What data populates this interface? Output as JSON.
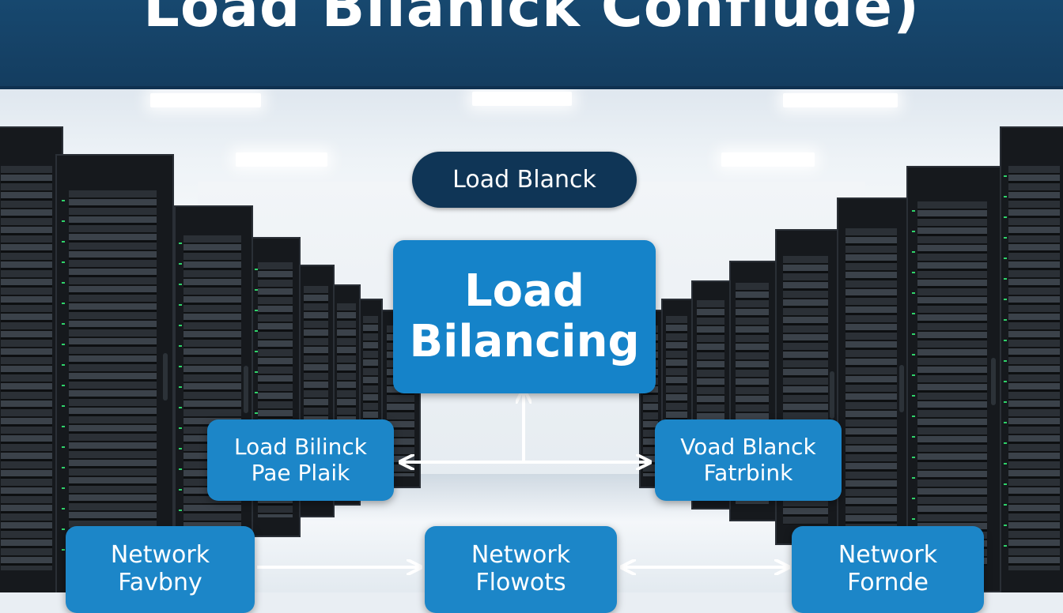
{
  "header": {
    "title": "Load Bilanick Confiude)"
  },
  "diagram": {
    "top_pill": "Load Blanck",
    "center_box": {
      "line1": "Load",
      "line2": "Bilancing"
    },
    "mid_left_box": {
      "line1": "Load Bilinck",
      "line2": "Pae Plaik"
    },
    "mid_right_box": {
      "line1": "Voad Blanck",
      "line2": "Fatrbink"
    },
    "bottom_left_box": {
      "line1": "Network",
      "line2": "Favbny"
    },
    "bottom_middle_box": {
      "line1": "Network",
      "line2": "Flowots"
    },
    "bottom_right_box": {
      "line1": "Network",
      "line2": "Fornde"
    }
  },
  "colors": {
    "title_bar": "#17486f",
    "box_fill": "#1c86c8",
    "pill_fill": "#0f3556",
    "arrow": "#ffffff"
  }
}
